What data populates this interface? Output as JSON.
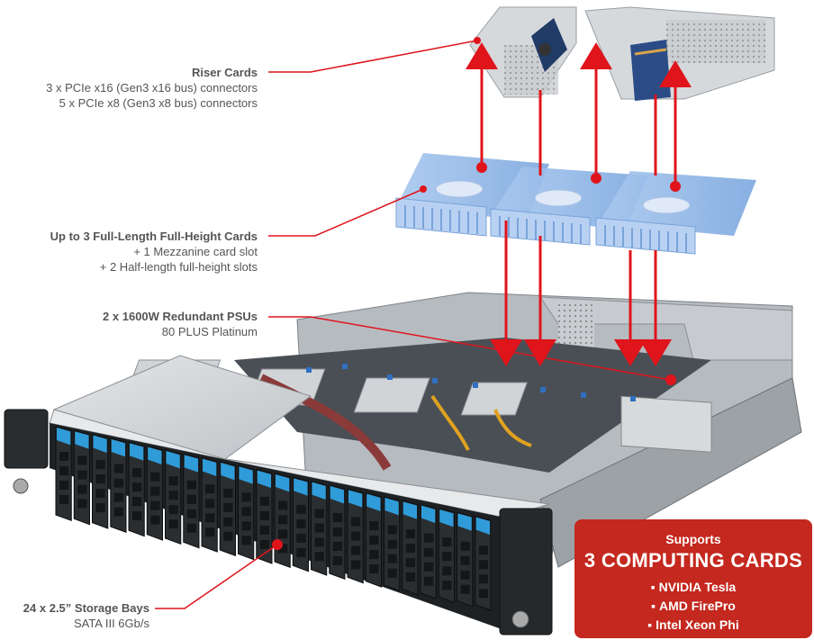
{
  "callouts": {
    "riser": {
      "title": "Riser Cards",
      "lines": [
        "3 x PCIe x16 (Gen3 x16 bus) connectors",
        "5 x PCIe x8 (Gen3 x8 bus) connectors"
      ]
    },
    "cards": {
      "title": "Up to 3 Full-Length Full-Height Cards",
      "lines": [
        "+ 1 Mezzanine card slot",
        "+ 2 Half-length full-height slots"
      ]
    },
    "psu": {
      "title": "2 x 1600W Redundant PSUs",
      "lines": [
        "80 PLUS Platinum"
      ]
    },
    "storage": {
      "title": "24 x 2.5” Storage Bays",
      "lines": [
        "SATA III 6Gb/s"
      ]
    }
  },
  "badge": {
    "supports": "Supports",
    "headline": "3 COMPUTING CARDS",
    "items": [
      "NVIDIA Tesla",
      "AMD FirePro",
      "Intel Xeon Phi"
    ]
  },
  "colors": {
    "accent_red": "#e0141b",
    "badge_red": "#c4281e",
    "card_blue": "#8fb6e6",
    "drive_blue": "#2f9bd8"
  }
}
